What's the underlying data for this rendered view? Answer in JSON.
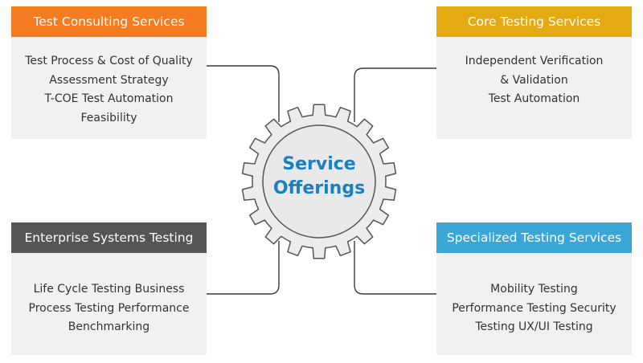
{
  "center": {
    "line1": "Service",
    "line2": "Offerings"
  },
  "colors": {
    "orange": "#f47b20",
    "gold": "#e5aa12",
    "dark": "#555555",
    "blue": "#3aa6d6",
    "center_text": "#1a80c4"
  },
  "cards": {
    "tl": {
      "title": "Test Consulting Services",
      "lines": [
        "Test Process & Cost of Quality",
        "Assessment Strategy",
        "T-COE Test Automation",
        "Feasibility"
      ]
    },
    "tr": {
      "title": "Core Testing Services",
      "lines": [
        "Independent Verification",
        "& Validation",
        "Test Automation"
      ]
    },
    "bl": {
      "title": "Enterprise Systems Testing",
      "lines": [
        "Life Cycle Testing Business",
        "Process Testing Performance",
        "Benchmarking"
      ]
    },
    "br": {
      "title": "Specialized Testing Services",
      "lines": [
        "Mobility Testing",
        "Performance Testing Security",
        "Testing UX/UI Testing"
      ]
    }
  }
}
